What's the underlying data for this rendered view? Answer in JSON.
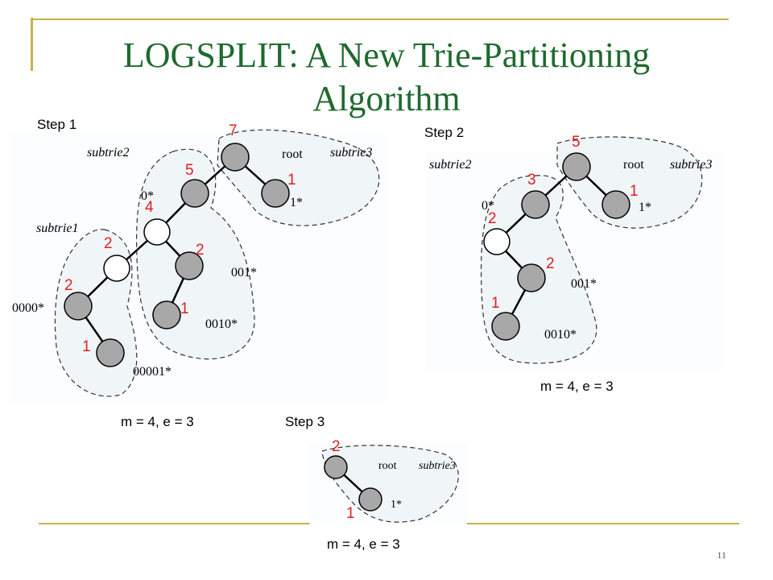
{
  "slide": {
    "title_line1": "LOGSPLIT: A New Trie-Partitioning",
    "title_line2": "Algorithm",
    "slide_number": "11",
    "accent_color": "#c8b24a",
    "title_color": "#1f6a2f",
    "count_color": "#e02020"
  },
  "step1": {
    "label": "Step 1",
    "params": "m = 4, e = 3",
    "subtrie_labels": [
      "subtrie2",
      "subtrie3",
      "subtrie1"
    ],
    "prefix_labels": [
      "root",
      "1*",
      "0*",
      "001*",
      "0000*",
      "0010*",
      "00001*"
    ],
    "counts": [
      "7",
      "5",
      "1",
      "4",
      "2",
      "2",
      "2",
      "1",
      "1"
    ]
  },
  "step2": {
    "label": "Step 2",
    "params": "m = 4, e = 3",
    "subtrie_labels": [
      "subtrie2",
      "subtrie3"
    ],
    "prefix_labels": [
      "root",
      "1*",
      "0*",
      "001*",
      "0010*"
    ],
    "counts": [
      "5",
      "3",
      "1",
      "2",
      "2",
      "1"
    ]
  },
  "step3": {
    "label": "Step 3",
    "params": "m = 4, e = 3",
    "subtrie_labels": [
      "subtrie3"
    ],
    "prefix_labels": [
      "root",
      "1*"
    ],
    "counts": [
      "2",
      "1"
    ]
  }
}
